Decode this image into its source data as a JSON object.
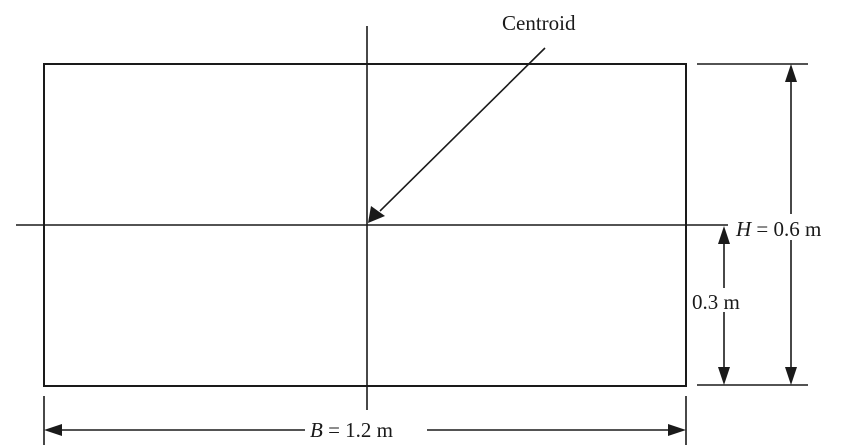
{
  "diagram": {
    "centroid_label": "Centroid",
    "height_label": {
      "symbol": "H",
      "value": " = 0.6 m"
    },
    "half_height_label": "0.3 m",
    "width_label": {
      "symbol": "B",
      "value": " = 1.2 m"
    }
  }
}
